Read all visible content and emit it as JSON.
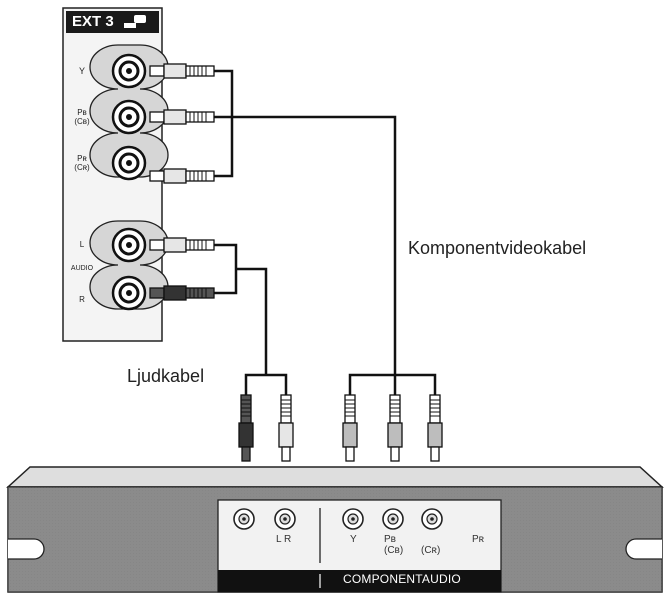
{
  "tv_panel": {
    "title": "EXT 3",
    "jack_labels": {
      "y": "Y",
      "pb": "Pʙ\n(Cʙ)",
      "pr": "Pʀ\n(Cʀ)",
      "l": "L",
      "audio": "AUDIO",
      "r": "R"
    }
  },
  "cable_labels": {
    "video": "Komponentvideokabel",
    "audio": "Ljudkabel"
  },
  "device": {
    "audio_jack_labels": "L R",
    "y_label": "Y",
    "pb_label": "Pʙ\n(Cʙ)",
    "pr_label": "(Cʀ)",
    "pr_side_label": "Pʀ",
    "bar_label": "COMPONENTAUDIO"
  }
}
